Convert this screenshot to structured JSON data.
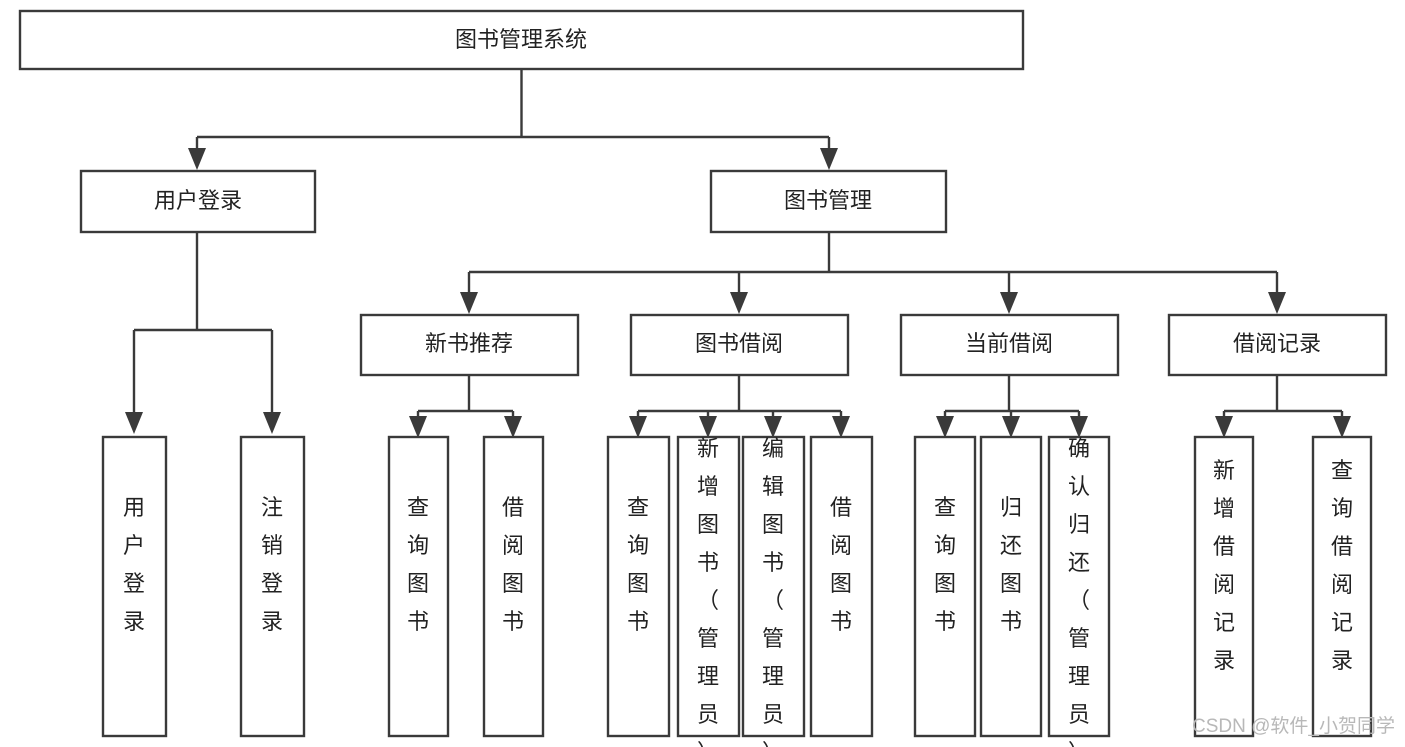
{
  "diagram": {
    "title": "图书管理系统",
    "type": "tree",
    "watermark": "CSDN @软件_小贺同学",
    "colors": {
      "box_fill": "#ffffff",
      "box_stroke": "#3a3a3a",
      "text": "#222222",
      "watermark": "#b8b8b8",
      "background": "#ffffff"
    }
  },
  "nodes": {
    "root": {
      "label": "图书管理系统"
    },
    "level1": [
      {
        "id": "user-login",
        "label": "用户登录"
      },
      {
        "id": "book-management",
        "label": "图书管理"
      }
    ],
    "level2": [
      {
        "id": "new-book-recommend",
        "label": "新书推荐"
      },
      {
        "id": "book-borrow",
        "label": "图书借阅"
      },
      {
        "id": "current-borrow",
        "label": "当前借阅"
      },
      {
        "id": "borrow-record",
        "label": "借阅记录"
      }
    ],
    "leaves": {
      "user-login": [
        {
          "id": "leaf-user-login",
          "label": "用户登录"
        },
        {
          "id": "leaf-logout-login",
          "label": "注销登录"
        }
      ],
      "new-book-recommend": [
        {
          "id": "leaf-query-book-1",
          "label": "查询图书"
        },
        {
          "id": "leaf-borrow-book-1",
          "label": "借阅图书"
        }
      ],
      "book-borrow": [
        {
          "id": "leaf-query-book-2",
          "label": "查询图书"
        },
        {
          "id": "leaf-add-book",
          "label": "新增图书（管理员）"
        },
        {
          "id": "leaf-edit-book",
          "label": "编辑图书（管理员）"
        },
        {
          "id": "leaf-borrow-book-2",
          "label": "借阅图书"
        }
      ],
      "current-borrow": [
        {
          "id": "leaf-query-book-3",
          "label": "查询图书"
        },
        {
          "id": "leaf-return-book",
          "label": "归还图书"
        },
        {
          "id": "leaf-confirm-return",
          "label": "确认归还（管理员）"
        }
      ],
      "borrow-record": [
        {
          "id": "leaf-add-record",
          "label": "新增借阅记录"
        },
        {
          "id": "leaf-query-record",
          "label": "查询借阅记录"
        }
      ]
    }
  }
}
